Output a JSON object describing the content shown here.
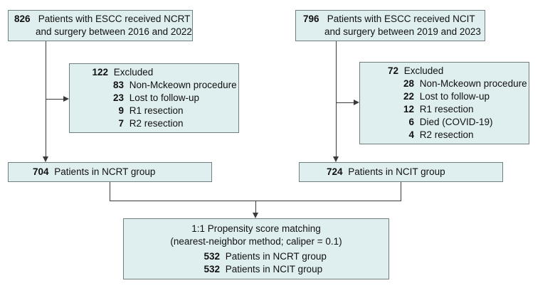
{
  "left_source": {
    "count": "826",
    "line1": "Patients with ESCC received NCRT",
    "line2": "and surgery between 2016 and 2022"
  },
  "right_source": {
    "count": "796",
    "line1": "Patients with ESCC received NCIT",
    "line2": "and surgery between 2019 and 2023"
  },
  "left_excluded": {
    "count": "122",
    "label": "Excluded",
    "items": [
      {
        "count": "83",
        "label": "Non-Mckeown procedure"
      },
      {
        "count": "23",
        "label": "Lost to follow-up"
      },
      {
        "count": "9",
        "label": "R1 resection"
      },
      {
        "count": "7",
        "label": "R2 resection"
      }
    ]
  },
  "right_excluded": {
    "count": "72",
    "label": "Excluded",
    "items": [
      {
        "count": "28",
        "label": "Non-Mckeown procedure"
      },
      {
        "count": "22",
        "label": "Lost to follow-up"
      },
      {
        "count": "12",
        "label": "R1 resection"
      },
      {
        "count": "6",
        "label": "Died (COVID-19)"
      },
      {
        "count": "4",
        "label": "R2 resection"
      }
    ]
  },
  "left_group": {
    "count": "704",
    "label": "Patients in NCRT group"
  },
  "right_group": {
    "count": "724",
    "label": "Patients in NCIT group"
  },
  "matching": {
    "title": "1:1 Propensity score matching",
    "subtitle": "(nearest-neighbor method; caliper = 0.1)",
    "rows": [
      {
        "count": "532",
        "label": "Patients in NCRT group"
      },
      {
        "count": "532",
        "label": "Patients in NCIT group"
      }
    ]
  }
}
